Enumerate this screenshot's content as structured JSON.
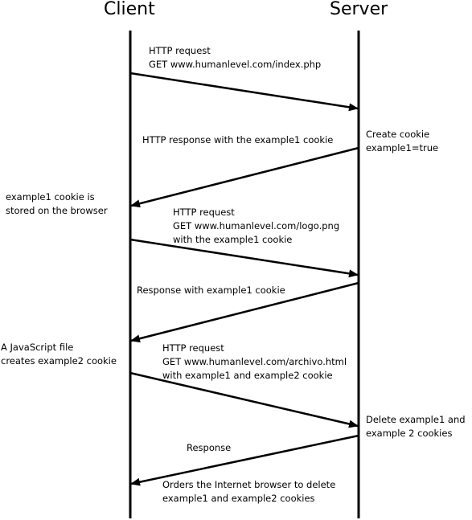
{
  "lanes": {
    "client": "Client",
    "server": "Server"
  },
  "messages": [
    {
      "lines": [
        "HTTP request",
        "GET www.humanlevel.com/index.php"
      ]
    },
    {
      "lines": [
        "HTTP response with the example1 cookie"
      ]
    },
    {
      "lines": [
        "HTTP request",
        "GET www.humanlevel.com/logo.png",
        "with the example1 cookie"
      ]
    },
    {
      "lines": [
        "Response with example1 cookie"
      ]
    },
    {
      "lines": [
        "HTTP request",
        "GET www.humanlevel.com/archivo.html",
        "with example1 and example2 cookie"
      ]
    },
    {
      "lines": [
        "Response"
      ]
    }
  ],
  "notes": {
    "server_create": [
      "Create cookie",
      "example1=true"
    ],
    "client_stored": [
      "example1 cookie is",
      "stored on the browser"
    ],
    "client_js": [
      "A JavaScript file",
      "creates example2 cookie"
    ],
    "server_delete": [
      "Delete example1 and",
      "example 2 cookies"
    ],
    "client_orders": [
      "Orders the Internet browser to delete",
      "example1 and example2 cookies"
    ]
  }
}
